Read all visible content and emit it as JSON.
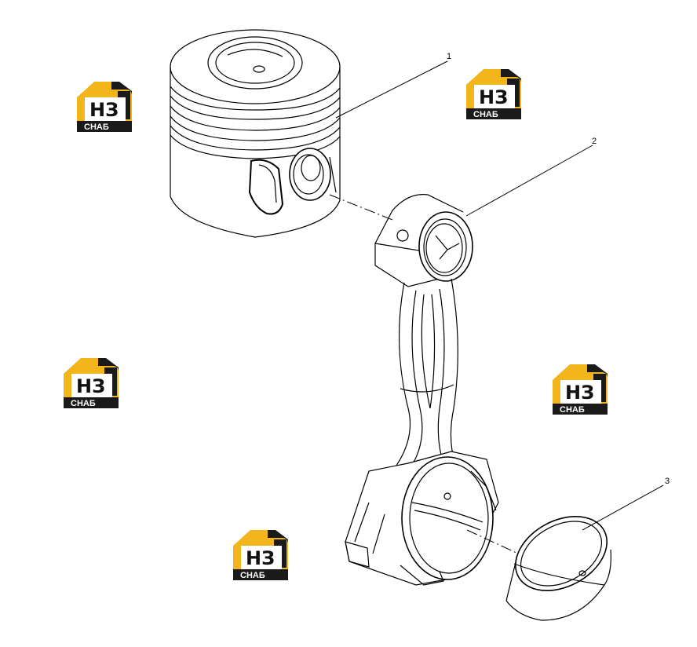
{
  "diagram": {
    "callouts": [
      {
        "id": "1",
        "label": "1"
      },
      {
        "id": "2",
        "label": "2"
      },
      {
        "id": "3",
        "label": "3"
      }
    ],
    "watermark": {
      "logo_text": "НЗ",
      "sub_text": "СНАБ",
      "color_yellow": "#f2b51c",
      "color_dark": "#1a1a1a"
    },
    "line_color": "#000000"
  }
}
